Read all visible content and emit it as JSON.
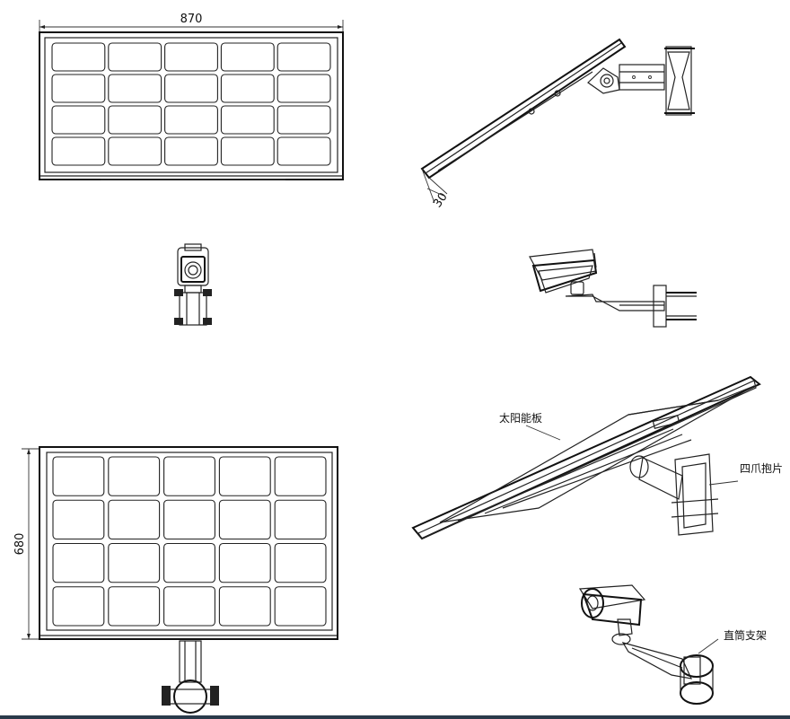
{
  "dimensions": {
    "width": "870",
    "height": "680",
    "thickness": "30"
  },
  "labels": {
    "solar_panel": "太阳能板",
    "four_claw_clamp": "四爪抱片",
    "straight_tube_bracket": "直筒支架"
  }
}
